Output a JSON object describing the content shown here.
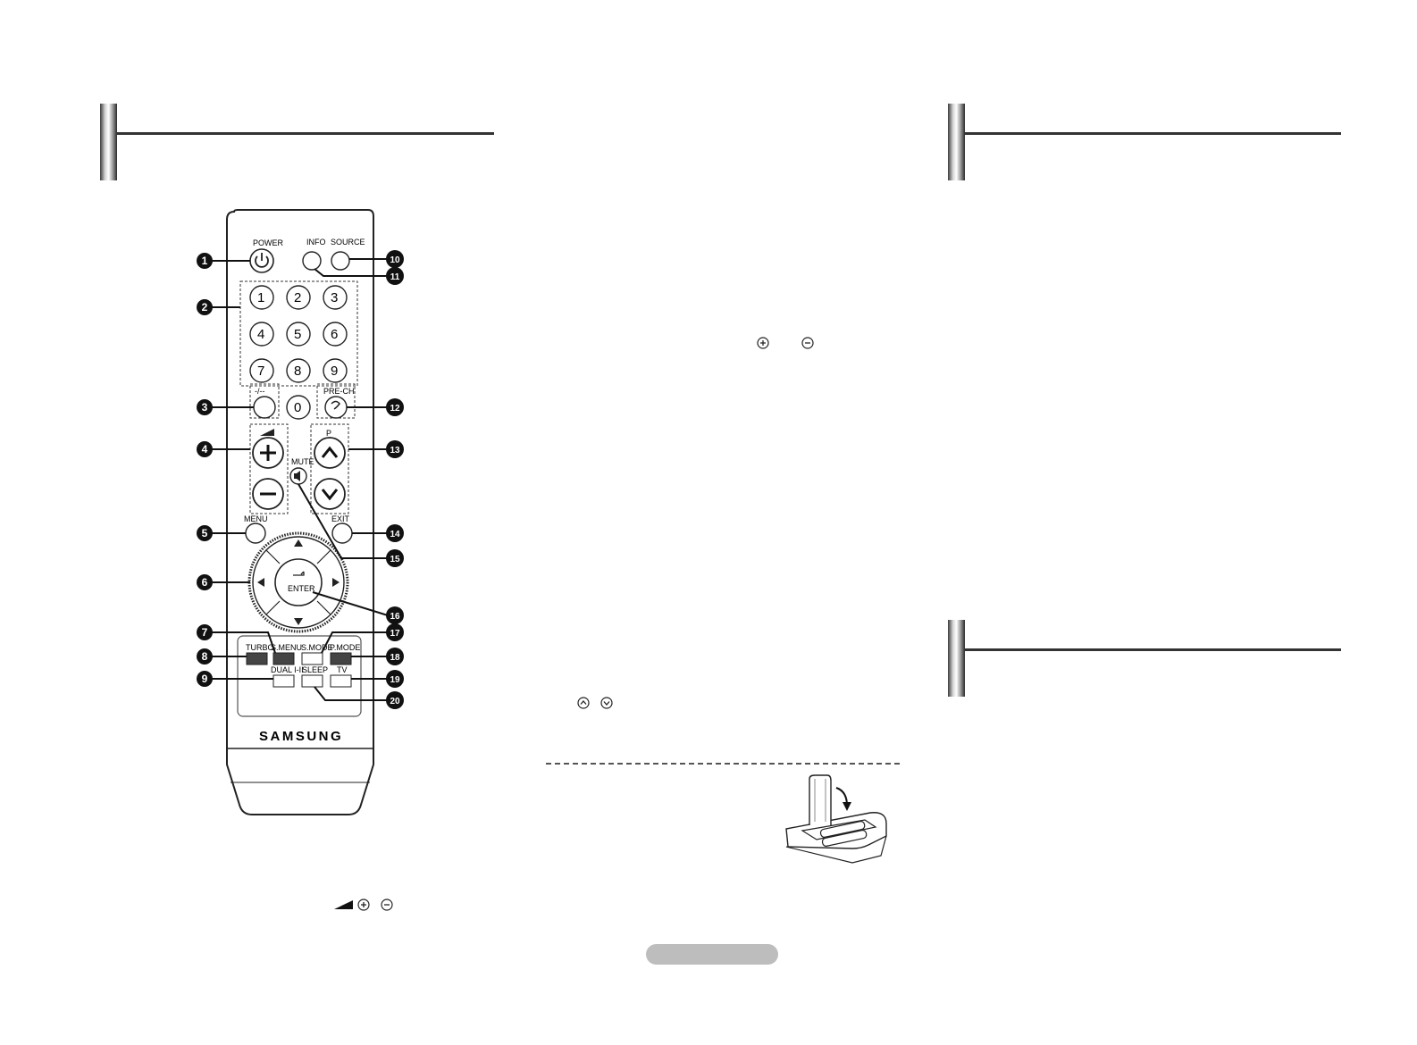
{
  "brand": "SAMSUNG",
  "remote": {
    "power_label": "POWER",
    "info_label": "INFO",
    "source_label": "SOURCE",
    "digits": [
      "1",
      "2",
      "3",
      "4",
      "5",
      "6",
      "7",
      "8",
      "9",
      "0"
    ],
    "dash_label": "-/--",
    "prech_label": "PRE-CH",
    "p_label": "P",
    "mute_label": "MUTE",
    "menu_label": "MENU",
    "exit_label": "EXIT",
    "enter_label": "ENTER",
    "turbo_label": "TURBO",
    "smenu_label": "S.MENU",
    "smode_label": "S.MODE",
    "pmode_label": "P.MODE",
    "dual_label": "DUAL I-II",
    "sleep_label": "SLEEP",
    "tv_label": "TV"
  },
  "callouts": [
    "1",
    "2",
    "3",
    "4",
    "5",
    "6",
    "7",
    "8",
    "9",
    "10",
    "11",
    "12",
    "13",
    "14",
    "15",
    "16",
    "17",
    "18",
    "19",
    "20"
  ],
  "icons": {
    "vol_plus": "plus-circle-icon",
    "vol_minus": "minus-circle-icon",
    "ch_up": "chevron-up-circle-icon",
    "ch_down": "chevron-down-circle-icon",
    "volume_wedge": "volume-wedge-icon"
  },
  "colors": {
    "line": "#333333",
    "pill": "#bdbdbd"
  }
}
